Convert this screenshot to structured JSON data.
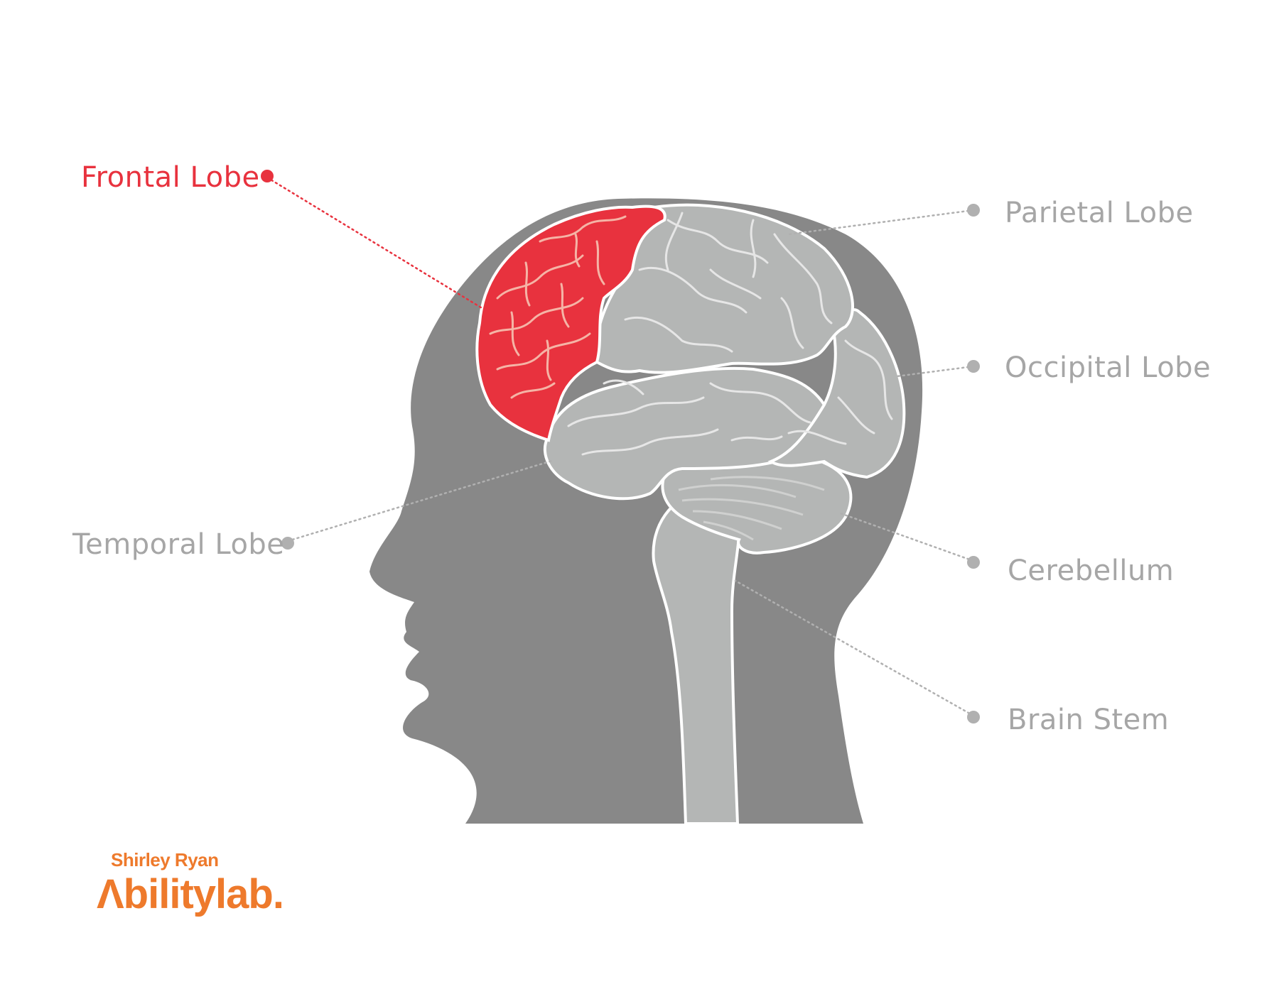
{
  "labels": {
    "frontal": "Frontal Lobe",
    "parietal": "Parietal Lobe",
    "occipital": "Occipital Lobe",
    "temporal": "Temporal Lobe",
    "cerebellum": "Cerebellum",
    "brainstem": "Brain Stem"
  },
  "highlighted_region": "frontal",
  "colors": {
    "highlight": "#e8323e",
    "highlight_folds": "#f5b4a6",
    "head": "#888888",
    "brain": "#b4b6b5",
    "brain_folds": "#e6e6e6",
    "outline": "#ffffff",
    "label_gray": "#a6a6a6",
    "logo_orange": "#ee7a2c"
  },
  "logo": {
    "line1": "Shirley Ryan",
    "line2": "Λbilitylab."
  }
}
